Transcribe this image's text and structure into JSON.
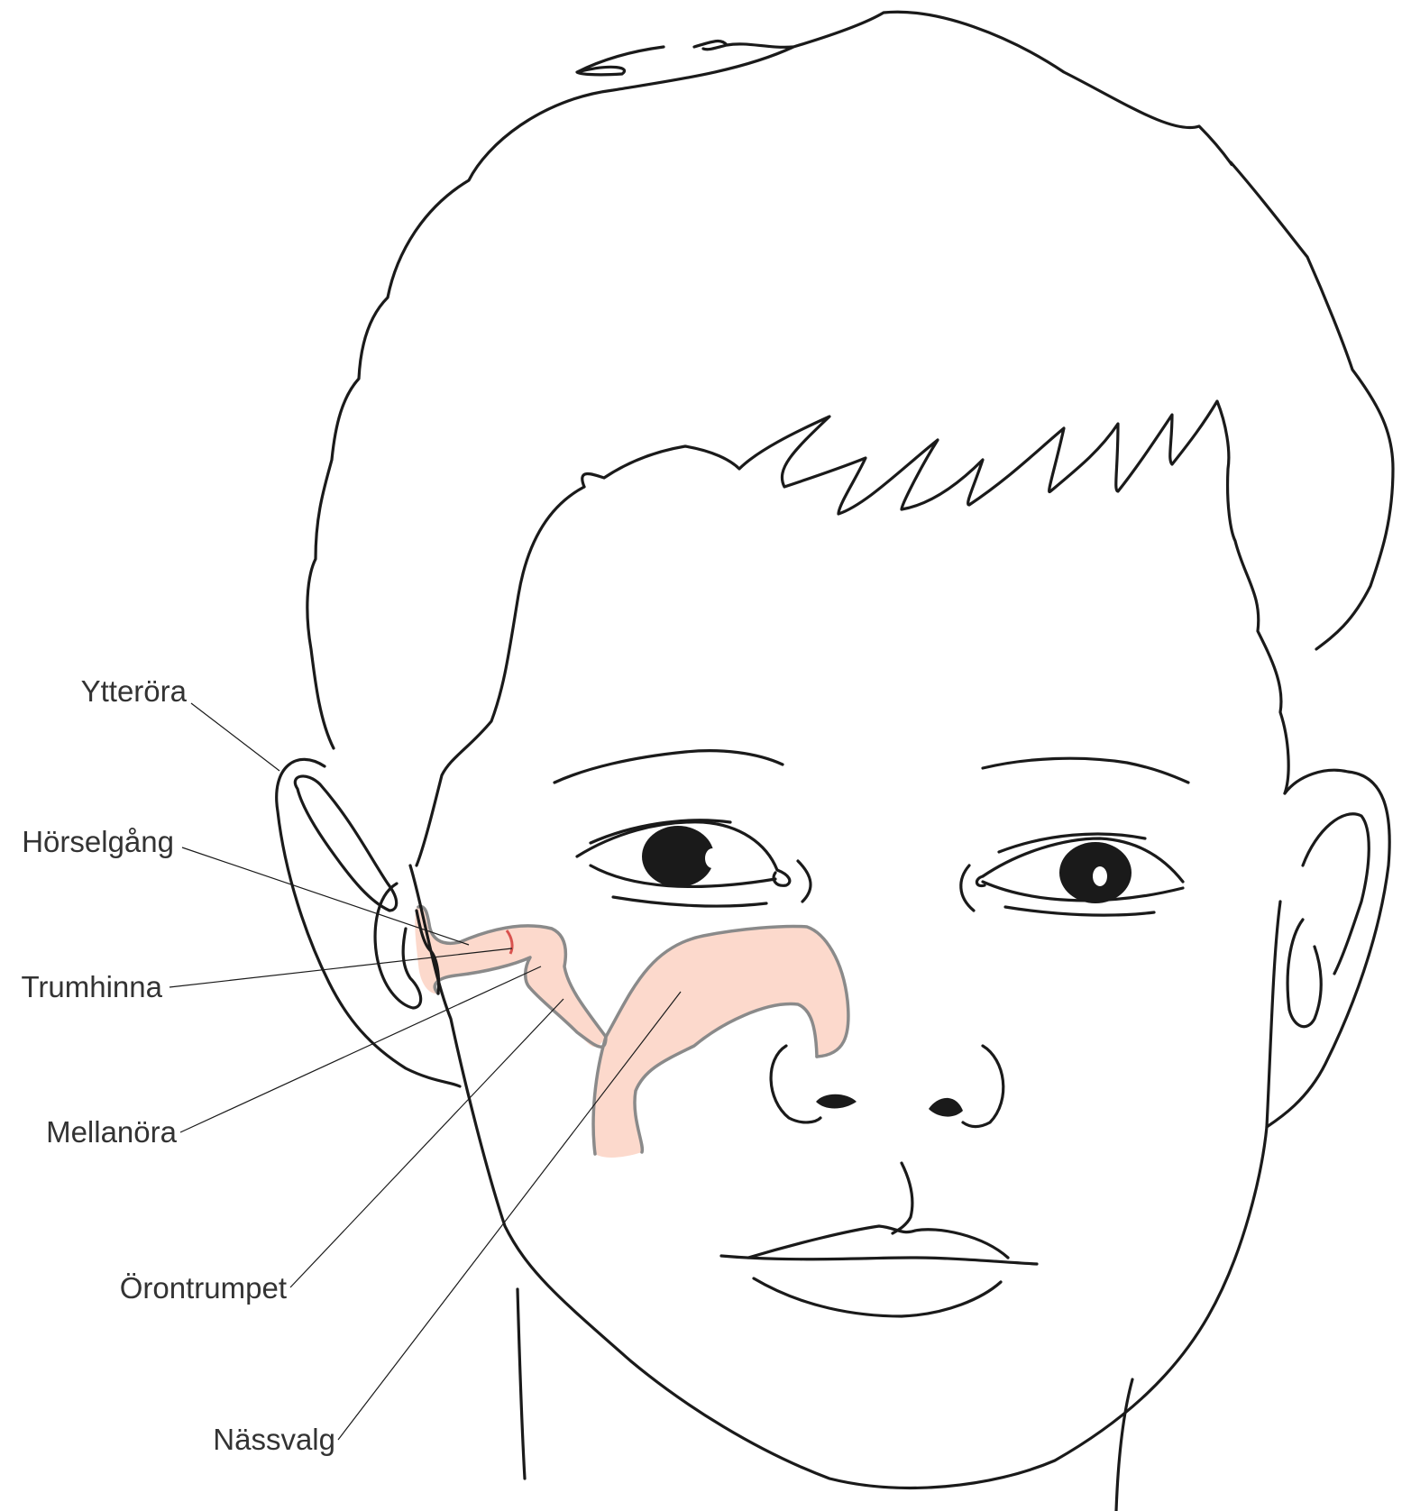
{
  "colors": {
    "line": "#1a1a1a",
    "tract_fill": "#fcd9cc",
    "tract_outline": "#8a8a8a",
    "eardrum": "#d9534f",
    "label_text": "#333333"
  },
  "labels": {
    "ytteröra": "Ytteröra",
    "hörselgång": "Hörselgång",
    "trumhinna": "Trumhinna",
    "mellanöra": "Mellanöra",
    "örontrumpet": "Örontrumpet",
    "nässvalg": "Nässvalg"
  }
}
